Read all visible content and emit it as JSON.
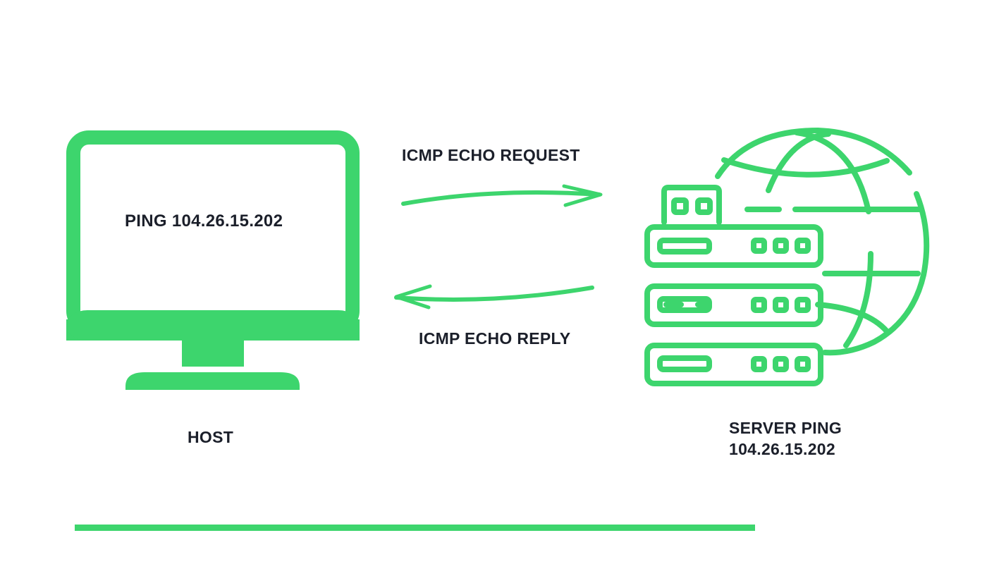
{
  "colors": {
    "accent": "#3dd56d",
    "text": "#1b1f2a",
    "background": "#ffffff"
  },
  "host": {
    "screen_text": "PING 104.26.15.202",
    "label": "HOST",
    "icon": "monitor-icon"
  },
  "arrows": {
    "request_label": "ICMP ECHO REQUEST",
    "reply_label": "ICMP ECHO REPLY"
  },
  "server": {
    "label_line1": "SERVER PING",
    "label_line2": "104.26.15.202",
    "icon": "server-globe-icon"
  }
}
